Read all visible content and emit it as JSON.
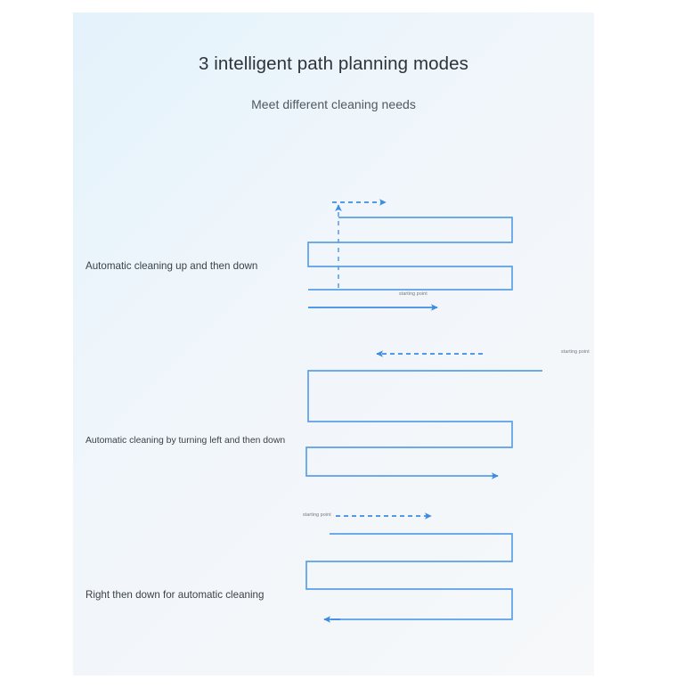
{
  "page": {
    "title": "3 intelligent path planning modes",
    "subtitle": "Meet different cleaning needs",
    "background_top_left": "#e4f2fb",
    "background_bottom_right": "#f6f8fa",
    "path_color": "#5aa0e8",
    "arrow_color": "#3d8ce0",
    "title_color": "#2d3339",
    "subtitle_color": "#50585f",
    "label_color": "#3a4248"
  },
  "modes": [
    {
      "id": "mode-up-then-down",
      "label": "Automatic cleaning up and then down",
      "starting_point_label": "starting point",
      "entry_direction": "right",
      "entry_style": "dashed",
      "exit_direction": "right",
      "exit_style": "solid",
      "rows": 3,
      "description": "Serpentine path that begins at an interior starting point, travels upward, then sweeps downward"
    },
    {
      "id": "mode-left-then-down",
      "label": "Automatic cleaning by turning left and then down",
      "starting_point_label": "starting point",
      "entry_direction": "left",
      "entry_style": "dashed",
      "exit_direction": "right",
      "exit_style": "solid",
      "rows": 3,
      "description": "Serpentine path that begins at the top right, turns left first, then sweeps downward"
    },
    {
      "id": "mode-right-then-down",
      "label": "Right then down for automatic cleaning",
      "starting_point_label": "starting point",
      "entry_direction": "right",
      "entry_style": "dashed",
      "exit_direction": "left",
      "exit_style": "solid",
      "rows": 3,
      "description": "Serpentine path that begins at the top left, turns right first, then sweeps downward"
    }
  ]
}
